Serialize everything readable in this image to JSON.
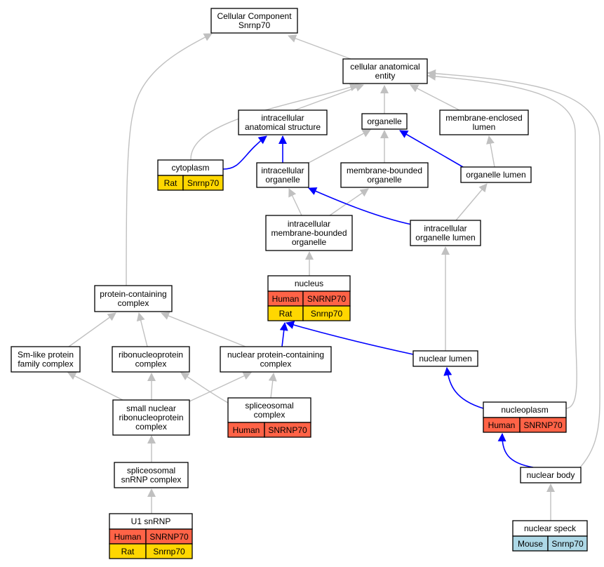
{
  "colors": {
    "gray_edge": "#c0c0c0",
    "blue_edge": "#0000ff",
    "human_cell": "#ff6347",
    "rat_cell": "#ffd700",
    "mouse_cell": "#add8e6",
    "node_border": "#000000"
  },
  "nodes": {
    "cellular_component": {
      "lines": [
        "Cellular Component",
        "Snrnp70"
      ]
    },
    "cellular_anatomical_entity": {
      "lines": [
        "cellular anatomical",
        "entity"
      ]
    },
    "intracellular_anatomical_structure": {
      "lines": [
        "intracellular",
        "anatomical structure"
      ]
    },
    "organelle": {
      "lines": [
        "organelle"
      ]
    },
    "membrane_enclosed_lumen": {
      "lines": [
        "membrane-enclosed",
        "lumen"
      ]
    },
    "cytoplasm": {
      "lines": [
        "cytoplasm"
      ],
      "rows": [
        [
          "Rat",
          "Snrnp70"
        ]
      ]
    },
    "intracellular_organelle": {
      "lines": [
        "intracellular",
        "organelle"
      ]
    },
    "membrane_bounded_organelle": {
      "lines": [
        "membrane-bounded",
        "organelle"
      ]
    },
    "organelle_lumen": {
      "lines": [
        "organelle lumen"
      ]
    },
    "intracellular_membrane_bounded_organelle": {
      "lines": [
        "intracellular",
        "membrane-bounded",
        "organelle"
      ]
    },
    "intracellular_organelle_lumen": {
      "lines": [
        "intracellular",
        "organelle lumen"
      ]
    },
    "nucleus": {
      "lines": [
        "nucleus"
      ],
      "rows": [
        [
          "Human",
          "SNRNP70"
        ],
        [
          "Rat",
          "Snrnp70"
        ]
      ]
    },
    "protein_containing_complex": {
      "lines": [
        "protein-containing",
        "complex"
      ]
    },
    "sm_like_protein_family_complex": {
      "lines": [
        "Sm-like protein",
        "family complex"
      ]
    },
    "ribonucleoprotein_complex": {
      "lines": [
        "ribonucleoprotein",
        "complex"
      ]
    },
    "nuclear_protein_containing_complex": {
      "lines": [
        "nuclear protein-containing",
        "complex"
      ]
    },
    "nuclear_lumen": {
      "lines": [
        "nuclear lumen"
      ]
    },
    "small_nuclear_ribonucleoprotein_complex": {
      "lines": [
        "small nuclear",
        "ribonucleoprotein",
        "complex"
      ]
    },
    "spliceosomal_complex": {
      "lines": [
        "spliceosomal",
        "complex"
      ],
      "rows": [
        [
          "Human",
          "SNRNP70"
        ]
      ]
    },
    "nucleoplasm": {
      "lines": [
        "nucleoplasm"
      ],
      "rows": [
        [
          "Human",
          "SNRNP70"
        ]
      ]
    },
    "spliceosomal_snrnp_complex": {
      "lines": [
        "spliceosomal",
        "snRNP complex"
      ]
    },
    "nuclear_body": {
      "lines": [
        "nuclear body"
      ]
    },
    "u1_snrnp": {
      "lines": [
        "U1 snRNP"
      ],
      "rows": [
        [
          "Human",
          "SNRNP70"
        ],
        [
          "Rat",
          "Snrnp70"
        ]
      ]
    },
    "nuclear_speck": {
      "lines": [
        "nuclear speck"
      ],
      "rows": [
        [
          "Mouse",
          "Snrnp70"
        ]
      ]
    }
  }
}
